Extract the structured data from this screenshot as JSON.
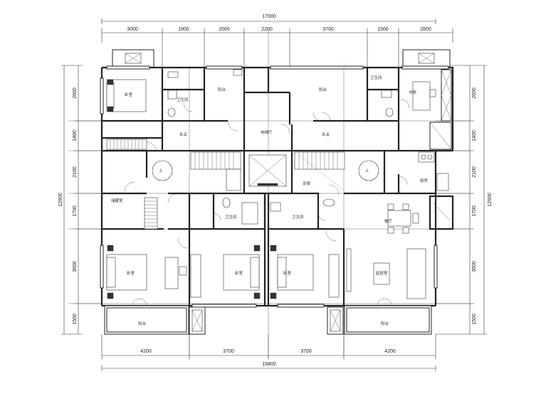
{
  "dimensions": {
    "top_total": "17000",
    "top_segments": [
      "3000",
      "1800",
      "2000",
      "2200",
      "3700",
      "1500",
      "2800"
    ],
    "bottom_segments": [
      "4200",
      "3700",
      "3700",
      "4200"
    ],
    "bottom_total": "15800",
    "left_segments": [
      "2600",
      "1400",
      "2100",
      "1700",
      "3600",
      "1500"
    ],
    "right_segments": [
      "2600",
      "1400",
      "2100",
      "1700",
      "3600",
      "1500"
    ],
    "side_total": "12900"
  },
  "rooms": {
    "bedroom": "卧室",
    "bathroom": "卫生间",
    "balcony": "阳台",
    "corridor": "玄关",
    "elevator_hall": "电梯厅",
    "study": "书房",
    "stair_up": "上",
    "storage": "储藏室",
    "corridor2": "走廊",
    "kitchen": "厨房",
    "dining": "餐厅",
    "living": "起居室",
    "main_bedroom": "卧室"
  }
}
